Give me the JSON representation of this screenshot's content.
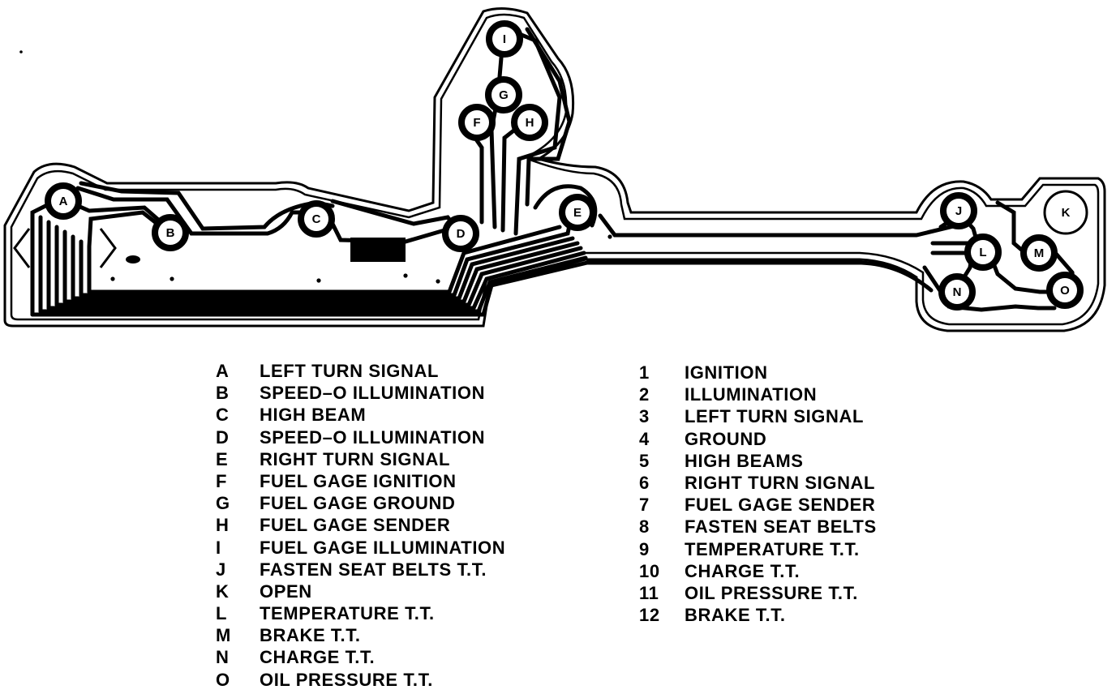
{
  "board": {
    "connectors": [
      {
        "id": "A"
      },
      {
        "id": "B"
      },
      {
        "id": "C"
      },
      {
        "id": "D"
      },
      {
        "id": "E"
      },
      {
        "id": "F"
      },
      {
        "id": "G"
      },
      {
        "id": "H"
      },
      {
        "id": "I"
      },
      {
        "id": "J"
      },
      {
        "id": "K"
      },
      {
        "id": "L"
      },
      {
        "id": "M"
      },
      {
        "id": "N"
      },
      {
        "id": "O"
      }
    ]
  },
  "legend_letters": [
    {
      "key": "A",
      "text": "LEFT TURN SIGNAL"
    },
    {
      "key": "B",
      "text": "SPEED–O ILLUMINATION"
    },
    {
      "key": "C",
      "text": "HIGH BEAM"
    },
    {
      "key": "D",
      "text": "SPEED–O ILLUMINATION"
    },
    {
      "key": "E",
      "text": "RIGHT TURN SIGNAL"
    },
    {
      "key": "F",
      "text": "FUEL GAGE IGNITION"
    },
    {
      "key": "G",
      "text": "FUEL GAGE GROUND"
    },
    {
      "key": "H",
      "text": "FUEL GAGE SENDER"
    },
    {
      "key": "I",
      "text": "FUEL GAGE ILLUMINATION"
    },
    {
      "key": "J",
      "text": "FASTEN SEAT BELTS T.T."
    },
    {
      "key": "K",
      "text": "OPEN"
    },
    {
      "key": "L",
      "text": "TEMPERATURE T.T."
    },
    {
      "key": "M",
      "text": "BRAKE T.T."
    },
    {
      "key": "N",
      "text": "CHARGE T.T."
    },
    {
      "key": "O",
      "text": "OIL PRESSURE T.T."
    }
  ],
  "legend_numbers": [
    {
      "key": "1",
      "text": "IGNITION"
    },
    {
      "key": "2",
      "text": "ILLUMINATION"
    },
    {
      "key": "3",
      "text": "LEFT TURN SIGNAL"
    },
    {
      "key": "4",
      "text": "GROUND"
    },
    {
      "key": "5",
      "text": "HIGH BEAMS"
    },
    {
      "key": "6",
      "text": "RIGHT TURN SIGNAL"
    },
    {
      "key": "7",
      "text": "FUEL GAGE SENDER"
    },
    {
      "key": "8",
      "text": "FASTEN SEAT BELTS"
    },
    {
      "key": "9",
      "text": "TEMPERATURE T.T."
    },
    {
      "key": "10",
      "text": "CHARGE T.T."
    },
    {
      "key": "11",
      "text": "OIL PRESSURE T.T."
    },
    {
      "key": "12",
      "text": "BRAKE T.T."
    }
  ]
}
